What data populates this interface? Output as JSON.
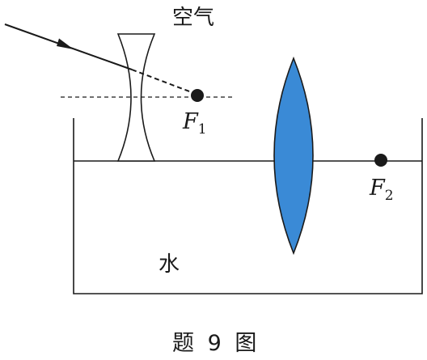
{
  "labels": {
    "air": "空气",
    "water": "水",
    "focus1_letter": "F",
    "focus1_sub": "1",
    "focus2_letter": "F",
    "focus2_sub": "2",
    "caption": "题 9 图"
  },
  "colors": {
    "convex_lens_fill": "#3a8ad6",
    "line": "#1a1a1a"
  }
}
